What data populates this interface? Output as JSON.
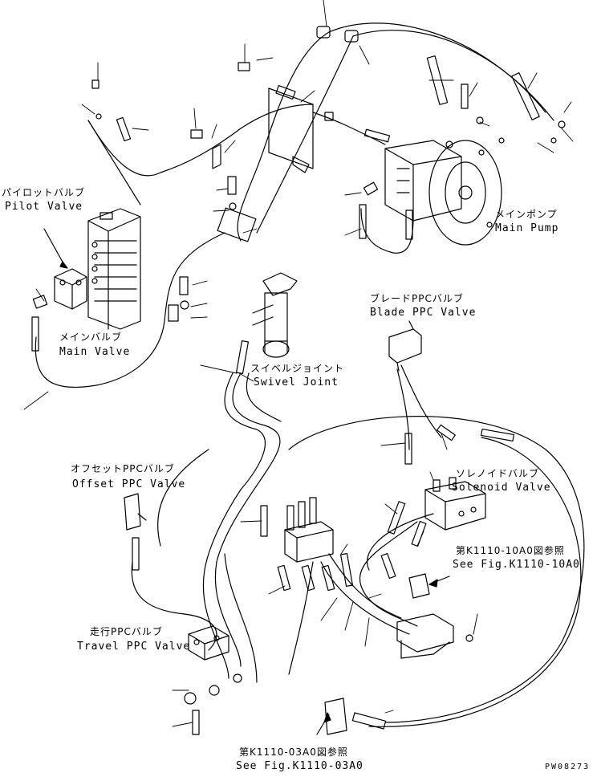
{
  "labels": {
    "pilot_valve_ja": "パイロットバルブ",
    "pilot_valve_en": "Pilot Valve",
    "main_valve_ja": "メインバルブ",
    "main_valve_en": "Main Valve",
    "main_pump_ja": "メインポンプ",
    "main_pump_en": "Main Pump",
    "blade_ppc_ja": "ブレードPPCバルブ",
    "blade_ppc_en": "Blade PPC Valve",
    "swivel_joint_ja": "スイベルジョイント",
    "swivel_joint_en": "Swivel Joint",
    "offset_ppc_ja": "オフセットPPCバルブ",
    "offset_ppc_en": "Offset PPC Valve",
    "solenoid_valve_ja": "ソレノイドバルブ",
    "solenoid_valve_en": "Solenoid Valve",
    "ref_10a0_ja": "第K1110-10A0図参照",
    "ref_10a0_en": "See Fig.K1110-10A0",
    "travel_ppc_ja": "走行PPCバルブ",
    "travel_ppc_en": "Travel PPC Valve",
    "ref_03a0_ja": "第K1110-03A0図参照",
    "ref_03a0_en": "See Fig.K1110-03A0",
    "drawing_code": "PW08273"
  },
  "colors": {
    "ink": "#000000",
    "paper": "#ffffff"
  }
}
